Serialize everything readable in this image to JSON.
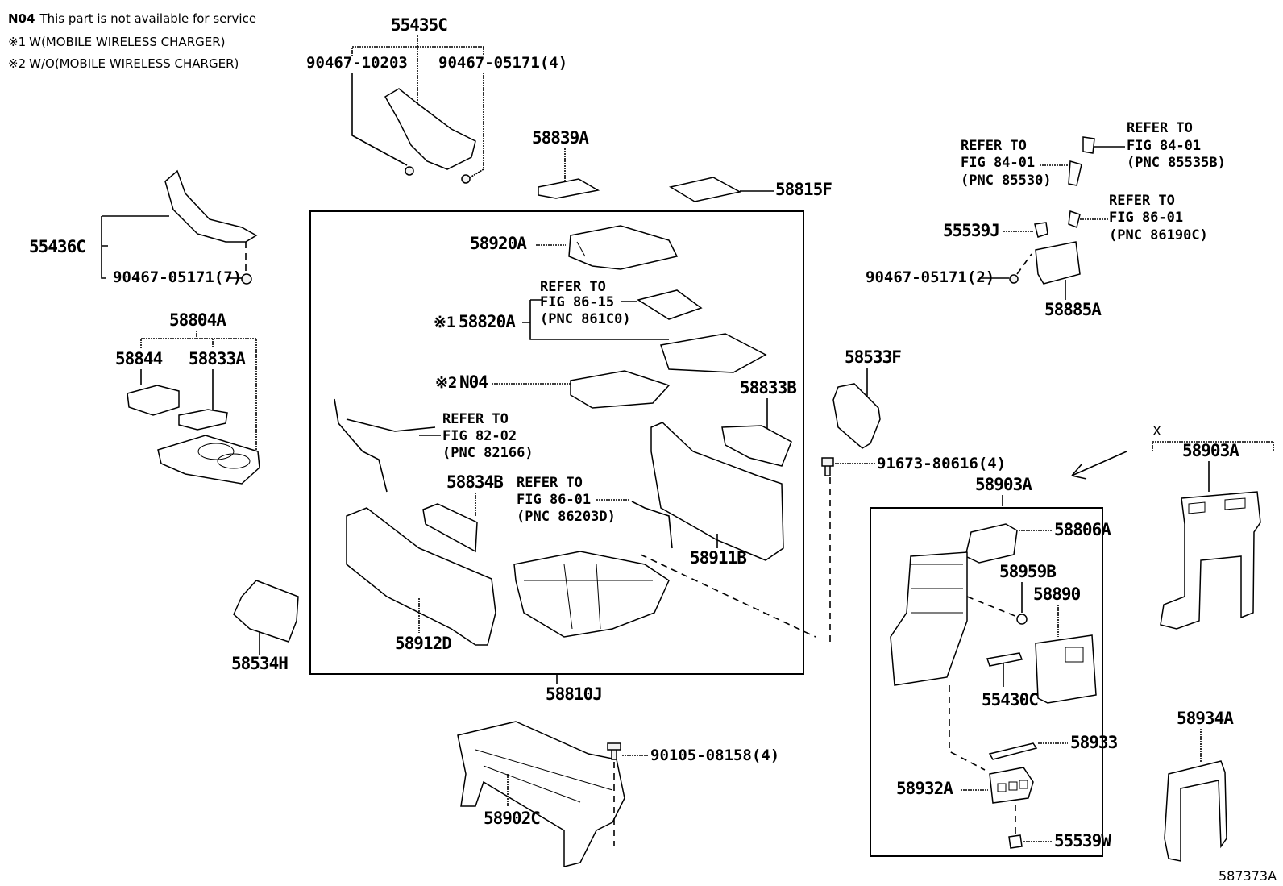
{
  "notes": {
    "n04": {
      "code": "N04",
      "text": "This part is not available for service"
    },
    "mark1": {
      "symbol": "※1",
      "text": "W(MOBILE WIRELESS CHARGER)"
    },
    "mark2": {
      "symbol": "※2",
      "text": "W/O(MOBILE WIRELESS CHARGER)"
    }
  },
  "figure_id": "587373A",
  "parts": {
    "p55435C": "55435C",
    "p90467_10203": "90467-10203",
    "p90467_05171_4": "90467-05171(4)",
    "p55436C": "55436C",
    "p90467_05171_7": "90467-05171(7)",
    "p58839A": "58839A",
    "p58815F": "58815F",
    "p58920A": "58920A",
    "p58820A": "58820A",
    "p58820A_mark": "※1",
    "pN04": "N04",
    "pN04_mark": "※2",
    "p58833B": "58833B",
    "p58804A": "58804A",
    "p58844": "58844",
    "p58833A": "58833A",
    "p58834B": "58834B",
    "p58911B": "58911B",
    "p58912D": "58912D",
    "p58534H": "58534H",
    "p58810J": "58810J",
    "p58533F": "58533F",
    "p91673_80616_4": "91673-80616(4)",
    "p55539J": "55539J",
    "p90467_05171_2": "90467-05171(2)",
    "p58885A": "58885A",
    "p58903A": "58903A",
    "p58903A_x": "58903A",
    "x_marker": "X",
    "p58806A": "58806A",
    "p58959B": "58959B",
    "p58890": "58890",
    "p55430C": "55430C",
    "p58933": "58933",
    "p58932A": "58932A",
    "p55539W": "55539W",
    "p58934A": "58934A",
    "p58902C": "58902C",
    "p90105_08158_4": "90105-08158(4)"
  },
  "references": {
    "r85530": {
      "l1": "REFER TO",
      "l2": "FIG 84-01",
      "l3": "(PNC 85530)"
    },
    "r85535B": {
      "l1": "REFER TO",
      "l2": "FIG 84-01",
      "l3": "(PNC 85535B)"
    },
    "r86190C": {
      "l1": "REFER TO",
      "l2": "FIG 86-01",
      "l3": "(PNC 86190C)"
    },
    "r861C0": {
      "l1": "REFER TO",
      "l2": "FIG 86-15",
      "l3": "(PNC 861C0)"
    },
    "r82166": {
      "l1": "REFER TO",
      "l2": "FIG 82-02",
      "l3": "(PNC 82166)"
    },
    "r86203D": {
      "l1": "REFER TO",
      "l2": "FIG 86-01",
      "l3": "(PNC 86203D)"
    }
  }
}
